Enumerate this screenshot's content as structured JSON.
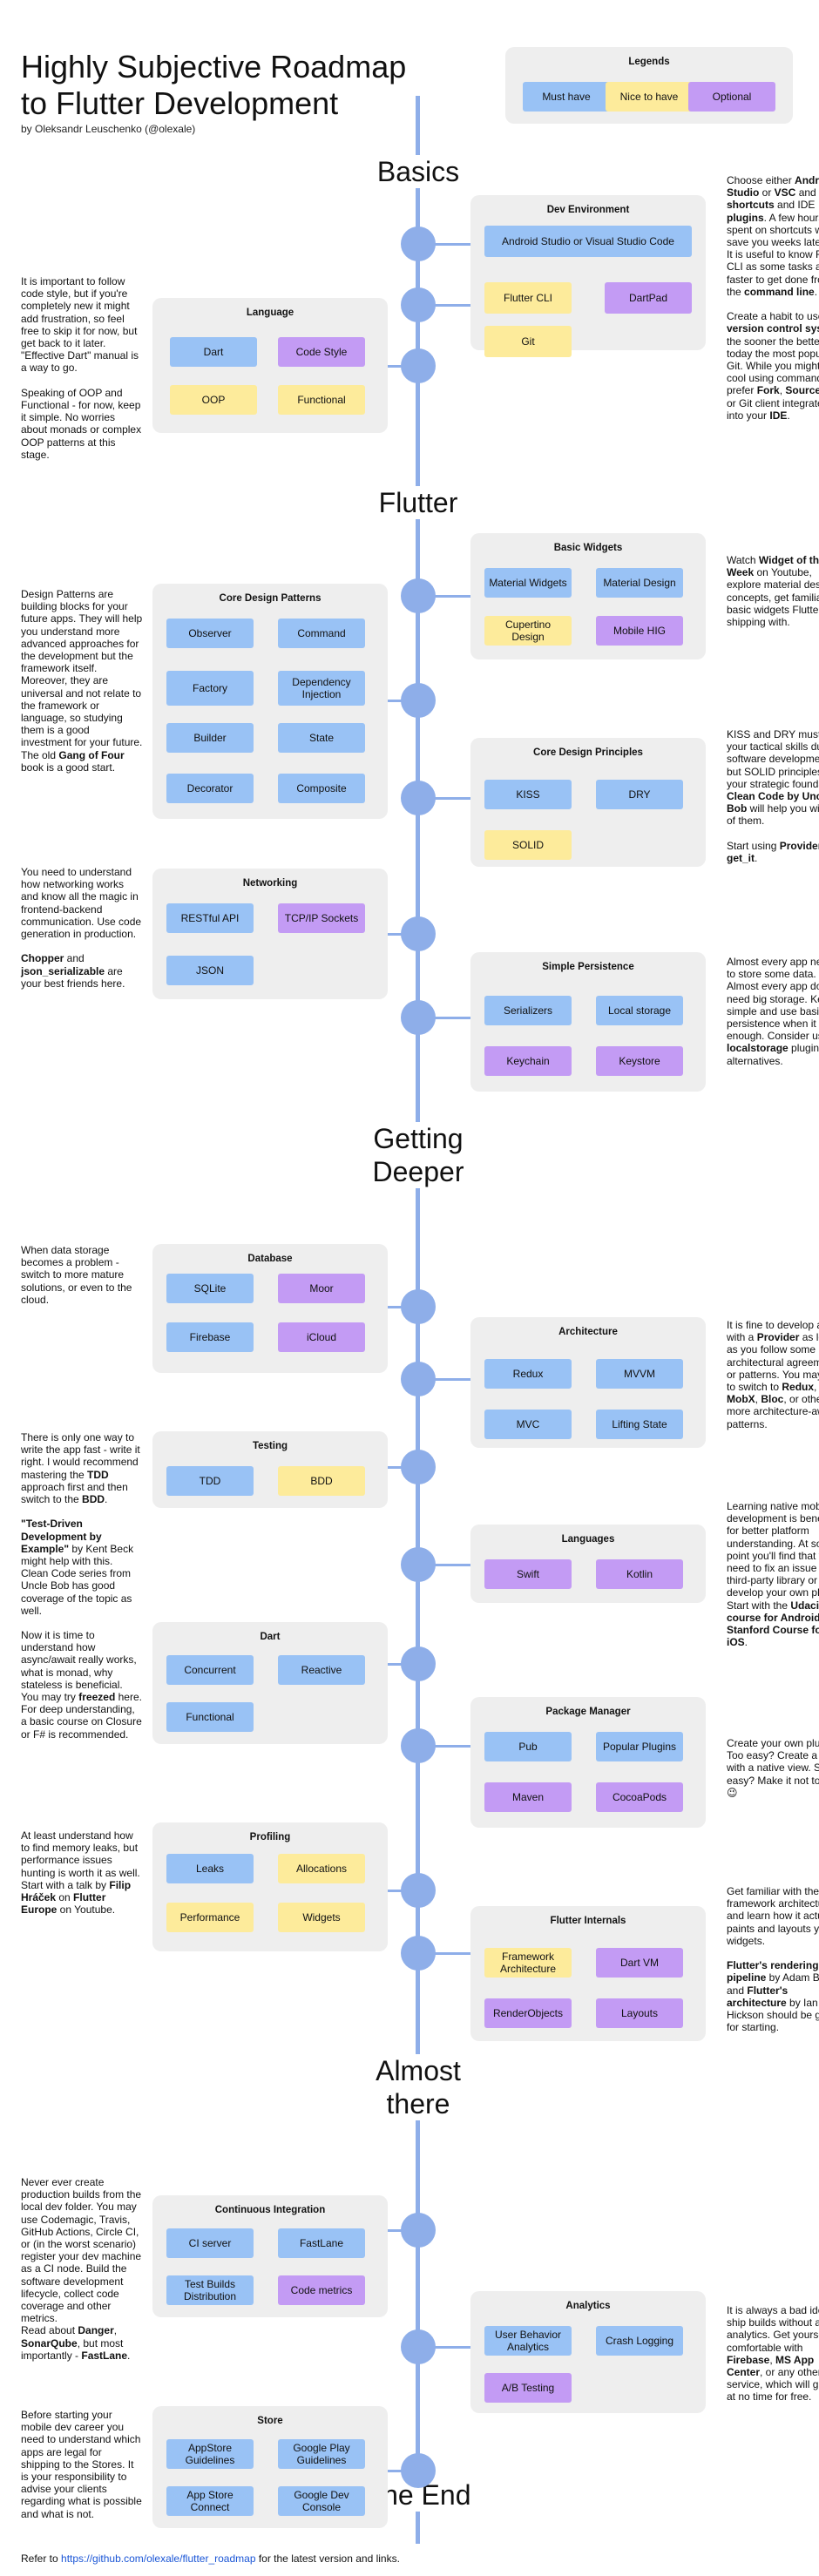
{
  "header": {
    "title": "Highly Subjective Roadmap to Flutter Development",
    "byline": "by Oleksandr Leuschenko (@olexale)"
  },
  "legends": {
    "title": "Legends",
    "items": [
      {
        "label": "Must have",
        "kind": "must"
      },
      {
        "label": "Nice to have",
        "kind": "nice"
      },
      {
        "label": "Optional",
        "kind": "opt"
      }
    ]
  },
  "sections": {
    "basics": "Basics",
    "flutter": "Flutter",
    "getting_deeper": "Getting Deeper",
    "almost_there": "Almost there",
    "the_end": "The End"
  },
  "cards": {
    "dev_environment": {
      "title": "Dev Environment",
      "chips": [
        {
          "label": "Android Studio or Visual Studio Code",
          "kind": "must"
        },
        {
          "label": "Flutter CLI",
          "kind": "nice"
        },
        {
          "label": "DartPad",
          "kind": "opt"
        },
        {
          "label": "Git",
          "kind": "nice"
        }
      ]
    },
    "language": {
      "title": "Language",
      "chips": [
        {
          "label": "Dart",
          "kind": "must"
        },
        {
          "label": "Code Style",
          "kind": "opt"
        },
        {
          "label": "OOP",
          "kind": "nice"
        },
        {
          "label": "Functional",
          "kind": "nice"
        }
      ]
    },
    "basic_widgets": {
      "title": "Basic Widgets",
      "chips": [
        {
          "label": "Material Widgets",
          "kind": "must"
        },
        {
          "label": "Material Design",
          "kind": "must"
        },
        {
          "label": "Cupertino Design",
          "kind": "nice"
        },
        {
          "label": "Mobile HIG",
          "kind": "opt"
        }
      ]
    },
    "core_design_patterns": {
      "title": "Core Design Patterns",
      "chips": [
        {
          "label": "Observer",
          "kind": "must"
        },
        {
          "label": "Command",
          "kind": "must"
        },
        {
          "label": "Factory",
          "kind": "must"
        },
        {
          "label": "Dependency Injection",
          "kind": "must"
        },
        {
          "label": "Builder",
          "kind": "must"
        },
        {
          "label": "State",
          "kind": "must"
        },
        {
          "label": "Decorator",
          "kind": "must"
        },
        {
          "label": "Composite",
          "kind": "must"
        }
      ]
    },
    "core_design_principles": {
      "title": "Core Design Principles",
      "chips": [
        {
          "label": "KISS",
          "kind": "must"
        },
        {
          "label": "DRY",
          "kind": "must"
        },
        {
          "label": "SOLID",
          "kind": "nice"
        }
      ]
    },
    "networking": {
      "title": "Networking",
      "chips": [
        {
          "label": "RESTful API",
          "kind": "must"
        },
        {
          "label": "TCP/IP Sockets",
          "kind": "opt"
        },
        {
          "label": "JSON",
          "kind": "must"
        }
      ]
    },
    "simple_persistence": {
      "title": "Simple Persistence",
      "chips": [
        {
          "label": "Serializers",
          "kind": "must"
        },
        {
          "label": "Local storage",
          "kind": "must"
        },
        {
          "label": "Keychain",
          "kind": "opt"
        },
        {
          "label": "Keystore",
          "kind": "opt"
        }
      ]
    },
    "database": {
      "title": "Database",
      "chips": [
        {
          "label": "SQLite",
          "kind": "must"
        },
        {
          "label": "Moor",
          "kind": "opt"
        },
        {
          "label": "Firebase",
          "kind": "must"
        },
        {
          "label": "iCloud",
          "kind": "opt"
        }
      ]
    },
    "architecture": {
      "title": "Architecture",
      "chips": [
        {
          "label": "Redux",
          "kind": "must"
        },
        {
          "label": "MVVM",
          "kind": "must"
        },
        {
          "label": "MVC",
          "kind": "must"
        },
        {
          "label": "Lifting State",
          "kind": "must"
        }
      ]
    },
    "testing": {
      "title": "Testing",
      "chips": [
        {
          "label": "TDD",
          "kind": "must"
        },
        {
          "label": "BDD",
          "kind": "nice"
        }
      ]
    },
    "languages": {
      "title": "Languages",
      "chips": [
        {
          "label": "Swift",
          "kind": "opt"
        },
        {
          "label": "Kotlin",
          "kind": "opt"
        }
      ]
    },
    "dart": {
      "title": "Dart",
      "chips": [
        {
          "label": "Concurrent",
          "kind": "must"
        },
        {
          "label": "Reactive",
          "kind": "must"
        },
        {
          "label": "Functional",
          "kind": "must"
        }
      ]
    },
    "package_manager": {
      "title": "Package Manager",
      "chips": [
        {
          "label": "Pub",
          "kind": "must"
        },
        {
          "label": "Popular Plugins",
          "kind": "must"
        },
        {
          "label": "Maven",
          "kind": "opt"
        },
        {
          "label": "CocoaPods",
          "kind": "opt"
        }
      ]
    },
    "profiling": {
      "title": "Profiling",
      "chips": [
        {
          "label": "Leaks",
          "kind": "must"
        },
        {
          "label": "Allocations",
          "kind": "nice"
        },
        {
          "label": "Performance",
          "kind": "nice"
        },
        {
          "label": "Widgets",
          "kind": "nice"
        }
      ]
    },
    "flutter_internals": {
      "title": "Flutter Internals",
      "chips": [
        {
          "label": "Framework Architecture",
          "kind": "nice"
        },
        {
          "label": "Dart VM",
          "kind": "opt"
        },
        {
          "label": "RenderObjects",
          "kind": "opt"
        },
        {
          "label": "Layouts",
          "kind": "opt"
        }
      ]
    },
    "continuous_integration": {
      "title": "Continuous Integration",
      "chips": [
        {
          "label": "CI server",
          "kind": "must"
        },
        {
          "label": "FastLane",
          "kind": "must"
        },
        {
          "label": "Test Builds Distribution",
          "kind": "must"
        },
        {
          "label": "Code metrics",
          "kind": "opt"
        }
      ]
    },
    "analytics": {
      "title": "Analytics",
      "chips": [
        {
          "label": "User Behavior Analytics",
          "kind": "must"
        },
        {
          "label": "Crash Logging",
          "kind": "must"
        },
        {
          "label": "A/B Testing",
          "kind": "opt"
        }
      ]
    },
    "store": {
      "title": "Store",
      "chips": [
        {
          "label": "AppStore Guidelines",
          "kind": "must"
        },
        {
          "label": "Google Play Guidelines",
          "kind": "must"
        },
        {
          "label": "App Store Connect",
          "kind": "must"
        },
        {
          "label": "Google Dev Console",
          "kind": "must"
        }
      ]
    }
  },
  "notes": {
    "dev_environment": [
      {
        "t": "Choose either "
      },
      {
        "t": "Android Studio",
        "b": true
      },
      {
        "t": " or "
      },
      {
        "t": "VSC",
        "b": true
      },
      {
        "t": " and learn "
      },
      {
        "t": "shortcuts",
        "b": true
      },
      {
        "t": " and IDE "
      },
      {
        "t": "plugins",
        "b": true
      },
      {
        "t": ". A few hours spent on shortcuts will save you weeks later.\nIt is useful to know Flutter CLI as some tasks are faster to get done from the "
      },
      {
        "t": "command line",
        "b": true
      },
      {
        "t": ".\n\nCreate a habit to use a "
      },
      {
        "t": "version control system",
        "b": true
      },
      {
        "t": " the sooner the better. For today the most popular is Git. While you might look cool using command line, prefer "
      },
      {
        "t": "Fork",
        "b": true
      },
      {
        "t": ", "
      },
      {
        "t": "Sourcetree",
        "b": true
      },
      {
        "t": ", or Git client integrated into your "
      },
      {
        "t": "IDE",
        "b": true
      },
      {
        "t": "."
      }
    ],
    "language": [
      {
        "t": "It is important to follow code style, but if you're completely new it might add frustration, so feel free to skip it for now, but get back to it later. \"Effective Dart\" manual is a way to go.\n\nSpeaking of OOP and Functional - for now, keep it simple. No worries about monads or complex OOP patterns at this stage."
      }
    ],
    "basic_widgets": [
      {
        "t": "Watch "
      },
      {
        "t": "Widget of the Week",
        "b": true
      },
      {
        "t": " on Youtube, explore material design concepts, get familiar with basic widgets Flutter shipping with."
      }
    ],
    "core_design_patterns": [
      {
        "t": "Design Patterns are building blocks for your future apps. They will help you understand more advanced approaches for the development but the framework itself. Moreover, they are universal and not relate to the framework or language, so studying them is a good investment for your future.\nThe old "
      },
      {
        "t": "Gang of Four",
        "b": true
      },
      {
        "t": " book is a good start."
      }
    ],
    "core_design_principles": [
      {
        "t": "KISS and DRY must be your tactical skills during software development, but SOLID principles are your strategic foundation. "
      },
      {
        "t": "Clean Code by Uncle Bob",
        "b": true
      },
      {
        "t": " will help you with all of them.\n\nStart using "
      },
      {
        "t": "Provider",
        "b": true
      },
      {
        "t": " or "
      },
      {
        "t": "get_it",
        "b": true
      },
      {
        "t": "."
      }
    ],
    "networking": [
      {
        "t": "You need to understand how networking works and know all the magic in frontend-backend communication. Use code generation in production.\n\n"
      },
      {
        "t": "Chopper",
        "b": true
      },
      {
        "t": " and "
      },
      {
        "t": "json_serializable",
        "b": true
      },
      {
        "t": " are your best friends here."
      }
    ],
    "simple_persistence": [
      {
        "t": "Almost every app needs to store some data. Almost every app doesn't need big storage. Keep it simple and use basic persistence when it is enough. Consider using "
      },
      {
        "t": "localstorage",
        "b": true
      },
      {
        "t": " plugin or its alternatives."
      }
    ],
    "database": [
      {
        "t": "When data storage becomes a problem - switch to more mature solutions, or even to the cloud."
      }
    ],
    "architecture": [
      {
        "t": "It is fine to develop apps with a "
      },
      {
        "t": "Provider",
        "b": true
      },
      {
        "t": " as long as you follow some architectural agreements or patterns. You may want to switch to "
      },
      {
        "t": "Redux",
        "b": true
      },
      {
        "t": ", "
      },
      {
        "t": "MobX",
        "b": true
      },
      {
        "t": ", "
      },
      {
        "t": "Bloc",
        "b": true
      },
      {
        "t": ", or other more architecture-aware patterns."
      }
    ],
    "testing": [
      {
        "t": "There is only one way to write the app fast - write it right. I would recommend mastering the "
      },
      {
        "t": "TDD",
        "b": true
      },
      {
        "t": " approach first and then switch to the "
      },
      {
        "t": "BDD",
        "b": true
      },
      {
        "t": ".\n\n"
      },
      {
        "t": "\"Test-Driven Development by Example\"",
        "b": true
      },
      {
        "t": " by Kent Beck might help with this. Clean Code series from Uncle Bob has good coverage of the topic as well."
      }
    ],
    "languages": [
      {
        "t": "Learning native mobile development is beneficial for better platform understanding. At some point you'll find that you need to fix an issue in a third-party library or to develop your own plugin. Start with the "
      },
      {
        "t": "Udacity course for Android",
        "b": true
      },
      {
        "t": " and "
      },
      {
        "t": "Stanford Course for iOS",
        "b": true
      },
      {
        "t": "."
      }
    ],
    "dart": [
      {
        "t": "Now it is time to understand how async/await really works, what is monad, why stateless is beneficial.\nYou may try "
      },
      {
        "t": "freezed",
        "b": true
      },
      {
        "t": " here.\nFor deep understanding, a basic course on Closure or F# is recommended."
      }
    ],
    "package_manager": [
      {
        "t": "Create your own plugin. Too easy? Create a plugin with a native view. Still easy? Make it not to leak 😉"
      }
    ],
    "profiling": [
      {
        "t": "At least understand how to find memory leaks, but performance issues hunting is worth it as well. Start with a talk by "
      },
      {
        "t": "Filip Hráček",
        "b": true
      },
      {
        "t": " on "
      },
      {
        "t": "Flutter Europe",
        "b": true
      },
      {
        "t": " on Youtube."
      }
    ],
    "flutter_internals": [
      {
        "t": "Get familiar with the framework architecture, and learn how it actually paints and layouts your widgets.\n\n"
      },
      {
        "t": "Flutter's rendering pipeline",
        "b": true
      },
      {
        "t": " by Adam Barth and "
      },
      {
        "t": "Flutter's architecture",
        "b": true
      },
      {
        "t": " by Ian Hickson should be good for starting."
      }
    ],
    "continuous_integration": [
      {
        "t": "Never ever create production builds from the local dev folder. You may use Codemagic, Travis, GitHub Actions, Circle CI, or (in the worst scenario) register your dev machine as a CI node. Build the software development lifecycle, collect code coverage and other metrics.\nRead about "
      },
      {
        "t": "Danger",
        "b": true
      },
      {
        "t": ", "
      },
      {
        "t": "SonarQube",
        "b": true
      },
      {
        "t": ", but most importantly - "
      },
      {
        "t": "FastLane",
        "b": true
      },
      {
        "t": "."
      }
    ],
    "analytics": [
      {
        "t": "It is always a bad idea to ship builds without any analytics. Get yourself comfortable with "
      },
      {
        "t": "Firebase",
        "b": true
      },
      {
        "t": ", "
      },
      {
        "t": "MS App Center",
        "b": true
      },
      {
        "t": ", or any other service, which will give it at no time for free."
      }
    ],
    "store": [
      {
        "t": "Before starting your mobile dev career you need to understand which apps are legal for shipping to the Stores. It is your responsibility to advise your clients regarding what is possible and what is not."
      }
    ]
  },
  "footer": {
    "prefix": "Refer to ",
    "link": "https://github.com/olexale/flutter_roadmap",
    "suffix": " for the latest version and links."
  },
  "colors": {
    "must": "#99c2f5",
    "nice": "#fdeb9b",
    "opt": "#c39bf4",
    "spine": "#8eaee9",
    "card": "#eeeeee"
  }
}
